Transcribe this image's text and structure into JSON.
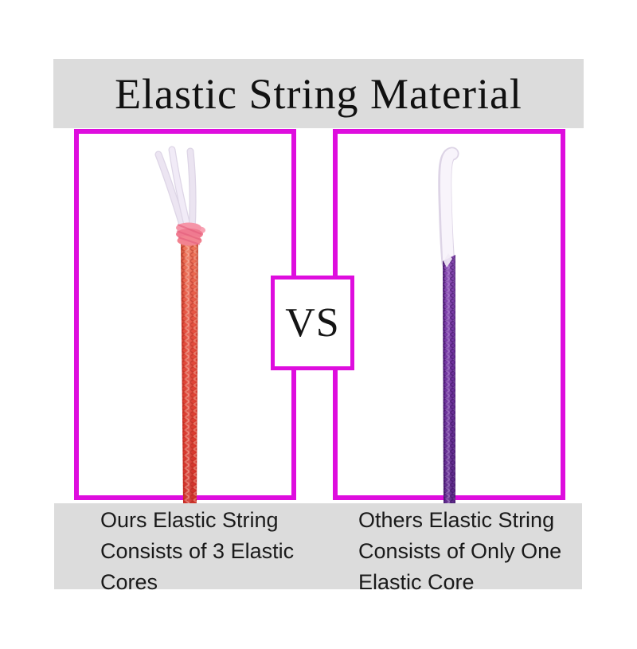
{
  "title": "Elastic String Material",
  "vs_badge": {
    "label": "VS"
  },
  "left_panel": {
    "illustration": "red-elastic-string-with-three-cores",
    "caption_lines": [
      "Ours Elastic String",
      "Consists of 3 Elastic",
      "Cores"
    ]
  },
  "right_panel": {
    "illustration": "purple-elastic-string-with-one-core",
    "caption_lines": [
      "Others Elastic String",
      "Consists of Only One",
      "Elastic Core"
    ]
  },
  "colors": {
    "frame_border": "#de0dde",
    "banner_background": "#dcdcdc",
    "caption_background": "#dcdcdc",
    "title_text": "#111111",
    "caption_text": "#1a1a1a",
    "red_string": "#e2473c",
    "red_string_knot": "#f0798f",
    "purple_string": "#7231a5",
    "elastic_core_white": "#f2ecf6"
  }
}
